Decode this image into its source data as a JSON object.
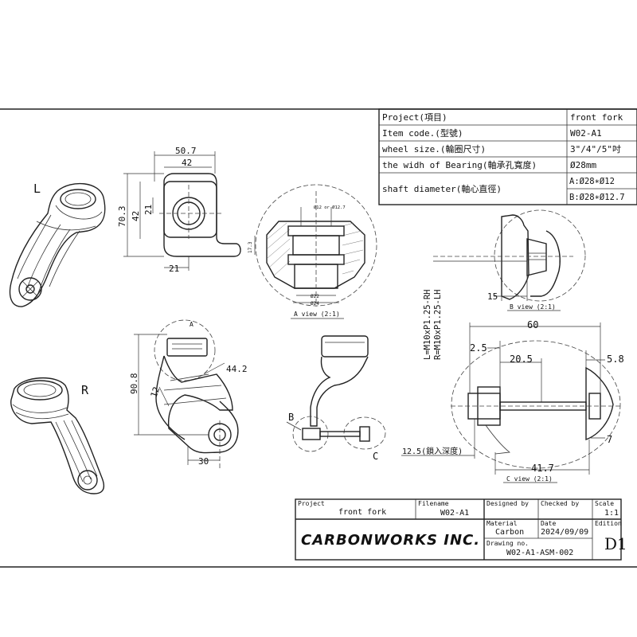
{
  "spec_table": {
    "rows": [
      {
        "label": "Project(項目)",
        "value": "front fork"
      },
      {
        "label": "Item code.(型號)",
        "value": "W02-A1"
      },
      {
        "label": "wheel size.(輪圈尺寸)",
        "value": "3\"/4\"/5\"吋"
      },
      {
        "label": "the widh of Bearing(軸承孔寬度)",
        "value": "Ø28mm"
      },
      {
        "label": "shaft diameter(軸心直徑)",
        "value_a": "A:Ø28∗Ø12",
        "value_b": "B:Ø28∗Ø12.7"
      }
    ]
  },
  "views": {
    "left_label": "L",
    "right_label": "R",
    "a_view": "A view (2:1)",
    "b_view": "B view (2:1)",
    "c_view": "C view (2:1)",
    "marker_a": "A",
    "marker_b": "B",
    "marker_c": "C",
    "thread_note_1": "L=M10xP1.25-RH",
    "thread_note_2": "R=M10xP1.25-LH",
    "depth_note": "12.5(鎖入深度)"
  },
  "dimensions": {
    "top_width": "50.7",
    "inner_width": "42",
    "height": "70.3",
    "inner_height": "42",
    "bore_offset": "21",
    "bottom_offset": "21",
    "a_bore_top": "Ø12 or Ø12.7",
    "a_small": "17.3",
    "a_bore_22": "Ø22",
    "a_bore_24": "Ø24",
    "fork_height": "90.8",
    "fork_angle": "44.2",
    "fork_12": "12",
    "fork_30": "30",
    "b_15": "15",
    "c_60": "60",
    "c_2_5": "2.5",
    "c_20_5": "20.5",
    "c_5_8": "5.8",
    "c_7": "7",
    "c_41_7": "41.7"
  },
  "title_block": {
    "project_label": "Project",
    "project_value": "front fork",
    "filename_label": "Filename",
    "filename_value": "W02-A1",
    "designed_label": "Designed by",
    "checked_label": "Checked by",
    "scale_label": "Scale",
    "scale_value": "1:1",
    "material_label": "Material",
    "material_value": "Carbon",
    "date_label": "Date",
    "date_value": "2024/09/09",
    "edition_label": "Edition",
    "edition_value": "D1",
    "drawing_label": "Drawing no.",
    "drawing_value": "W02-A1-ASM-002",
    "company": "CARBONWORKS INC."
  }
}
